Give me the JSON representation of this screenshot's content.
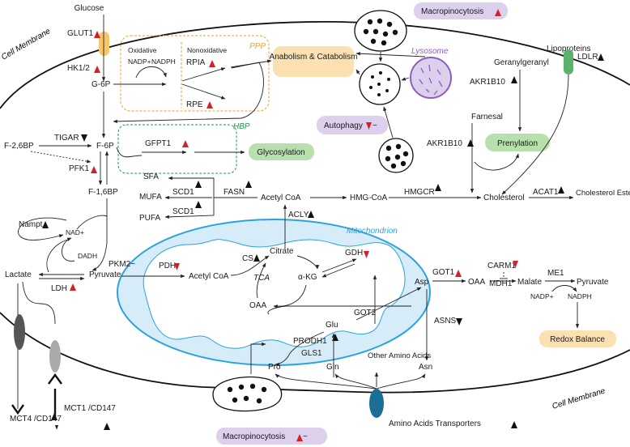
{
  "colors": {
    "ppp": "#f0a020",
    "hbp": "#1a9850",
    "lysosome": "#8e5cc0",
    "mitochondrion": "#29a3dd",
    "mito_fill": "#d6ecf8",
    "purple_bubble": "#ddd0ec",
    "green_bubble": "#b8e0ad",
    "orange_bubble": "#fbe1b2",
    "up": "#d91f26",
    "down": "#111111"
  },
  "membrane": {
    "top": "Cell Membrane",
    "bottom": "Cell Membrane"
  },
  "glycolysis": {
    "glucose": "Glucose",
    "glut1": "GLUT1",
    "hk": "HK1/2",
    "g6p": "G-6P",
    "f6p": "F-6P",
    "f26bp": "F-2,6BP",
    "tigar": "TIGAR",
    "pfk1": "PFK1",
    "f16bp": "F-1,6BP",
    "pkm2": "PKM2~",
    "pyruvate": "Pyruvate",
    "lactate": "Lactate",
    "ldh": "LDH",
    "nampt": "Nampt",
    "nad": "NAD+",
    "dadh": "DADH"
  },
  "ppp": {
    "title": "PPP",
    "oxidative": "Oxidative",
    "nonoxidative": "Nonoxidative",
    "nadp": "NADP+",
    "nadph": "NADPH",
    "rpia": "RPIA",
    "rpe": "RPE"
  },
  "anabolism": "Anabolism & Catabolism",
  "hbp": {
    "title": "HBP",
    "gfpt1": "GFPT1",
    "glycosylation": "Glycosylation"
  },
  "lipid": {
    "sfa": "SFA",
    "mufa": "MUFA",
    "pufa": "PUFA",
    "scd1": "SCD1",
    "fasn": "FASN",
    "acetylcoa": "Acetyl CoA",
    "acly": "ACLY",
    "hmgcoa": "HMG-CoA",
    "hmgcr": "HMGCR",
    "cholesterol": "Cholesterol",
    "acat1": "ACAT1",
    "cholesterol_ester": "Cholesterol Ester",
    "farnesal": "Farnesal",
    "akr1b10": "AKR1B10",
    "geranylgeranyl": "Geranylgeranyl",
    "prenylation": "Prenylation",
    "lipoproteins": "Lipoproteins",
    "ldlr": "LDLR"
  },
  "autophagy": {
    "macropinocytosis": "Macropinocytosis",
    "lysosome": "Lysosome",
    "autophagy": "Autophagy"
  },
  "mito": {
    "title": "Mitochondrion",
    "pdh": "PDH",
    "acetylcoa": "Acetyl CoA",
    "cs": "CS",
    "citrate": "Citrate",
    "tca": "TCA",
    "akg": "α-KG",
    "gdh": "GDH",
    "oaa": "OAA",
    "got2": "GOT2",
    "glu": "Glu",
    "prodh1": "PRODH1",
    "gls1": "GLS1"
  },
  "amino": {
    "asp": "Asp",
    "got1": "GOT1",
    "oaa": "OAA",
    "carm1": "CARM1",
    "mdh1": "MDH1",
    "malate": "Malate",
    "me1": "ME1",
    "pyruvate": "Pyruvate",
    "nadp": "NADP+",
    "nadph": "NADPH",
    "redox": "Redox Balance",
    "asns": "ASNS",
    "asn": "Asn",
    "pro": "Pro",
    "gln": "Gln",
    "other": "Other Amino Acids",
    "transporters": "Amino Acids Transporters"
  },
  "mct": {
    "mct4": "MCT4 /CD147",
    "mct1": "MCT1 /CD147"
  },
  "bottom_macropinocytosis": "Macropinocytosis"
}
